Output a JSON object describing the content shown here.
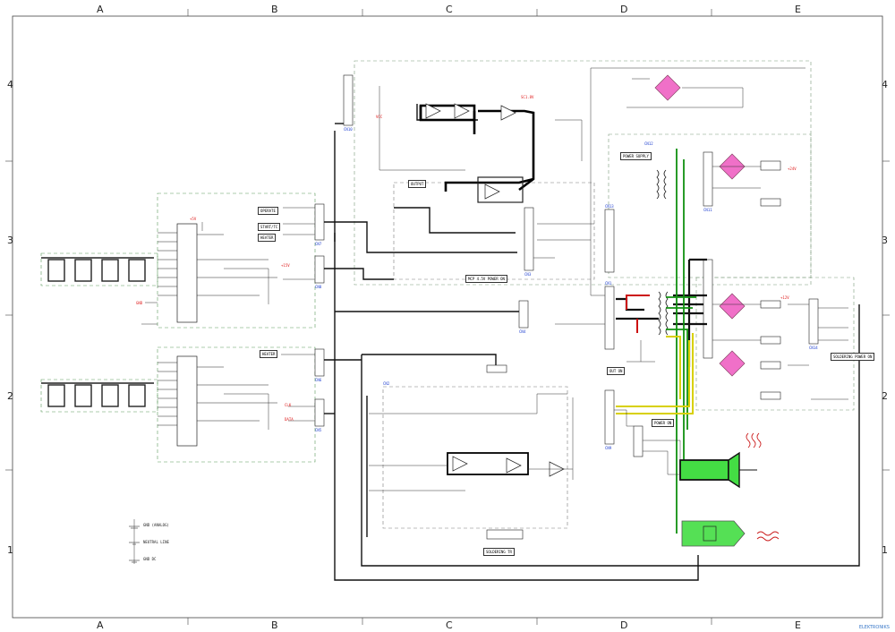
{
  "border_cols": [
    "A",
    "B",
    "C",
    "D",
    "E"
  ],
  "border_rows": [
    "4",
    "3",
    "2",
    "1"
  ],
  "boxes": {
    "operate": "OPERATE",
    "start_tc": "START/TC",
    "heater": "HEATER",
    "output": "OUTPUT",
    "mcp_power": "MCP 4.5V POWER ON",
    "power_supply": "POWER SUPPLY",
    "power_on": "POWER ON",
    "right_panel": "SOLDERING POWER ON",
    "solder_tr": "SOLDERING TR",
    "dc_lbl": "OUT ON"
  },
  "connectors": [
    "CN10",
    "CN7",
    "CN8",
    "CN6",
    "CN5",
    "CN3",
    "CN4",
    "CN11",
    "CN12",
    "CN1",
    "CN13",
    "CN9",
    "CN14",
    "CN2"
  ],
  "red_labels": [
    "SC1.8V",
    "VCC",
    "+5V",
    "+15V",
    "GND",
    "+24V",
    "+12V",
    "CLK",
    "DATA"
  ],
  "legend": {
    "gnd_analog": "GND (ANALOG)",
    "neutral": "NEUTRAL LINE",
    "gnd_dc": "GND DC"
  },
  "watermark": "ELEKTRONIKS"
}
